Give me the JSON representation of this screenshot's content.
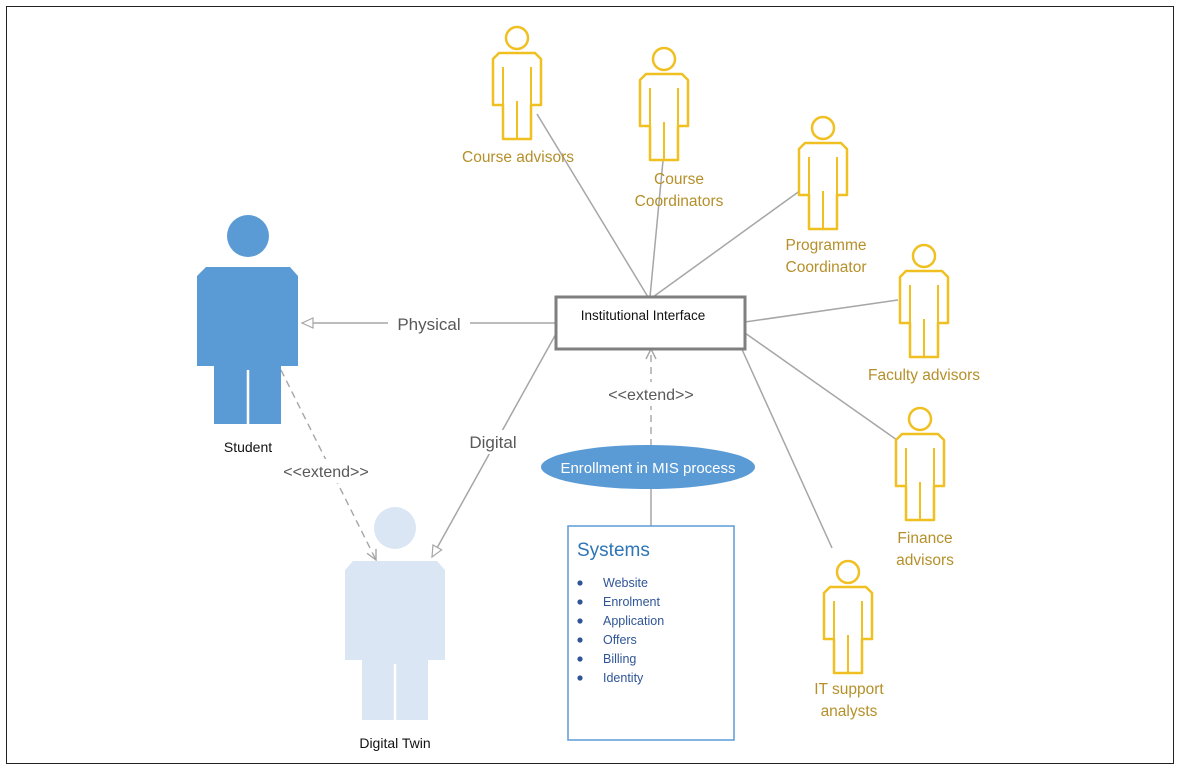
{
  "colors": {
    "student": "#5b9bd5",
    "twin": "#dae6f4",
    "actor_stroke": "#f0c020",
    "actor_text": "#b5902a",
    "line": "#a6a6a6",
    "systems_title": "#2e75b6",
    "systems_text": "#2f5597",
    "ellipse": "#5b9bd5"
  },
  "interface": {
    "label": "Institutional Interface"
  },
  "student": {
    "label": "Student"
  },
  "twin": {
    "label": "Digital Twin"
  },
  "relations": {
    "physical": "Physical",
    "digital": "Digital",
    "extend_student": "<<extend>>",
    "extend_process": "<<extend>>"
  },
  "process": {
    "label": "Enrollment in MIS process"
  },
  "systems": {
    "title": "Systems",
    "items": [
      "Website",
      "Enrolment",
      "Application",
      "Offers",
      "Billing",
      "Identity"
    ]
  },
  "actors": [
    {
      "id": "course-advisors",
      "lines": [
        "Course advisors"
      ]
    },
    {
      "id": "course-coordinators",
      "lines": [
        "Course",
        "Coordinators"
      ]
    },
    {
      "id": "programme-coordinator",
      "lines": [
        "Programme",
        "Coordinator"
      ]
    },
    {
      "id": "faculty-advisors",
      "lines": [
        "Faculty advisors"
      ]
    },
    {
      "id": "finance-advisors",
      "lines": [
        "Finance",
        "advisors"
      ]
    },
    {
      "id": "it-support-analysts",
      "lines": [
        "IT support",
        "analysts"
      ]
    }
  ]
}
